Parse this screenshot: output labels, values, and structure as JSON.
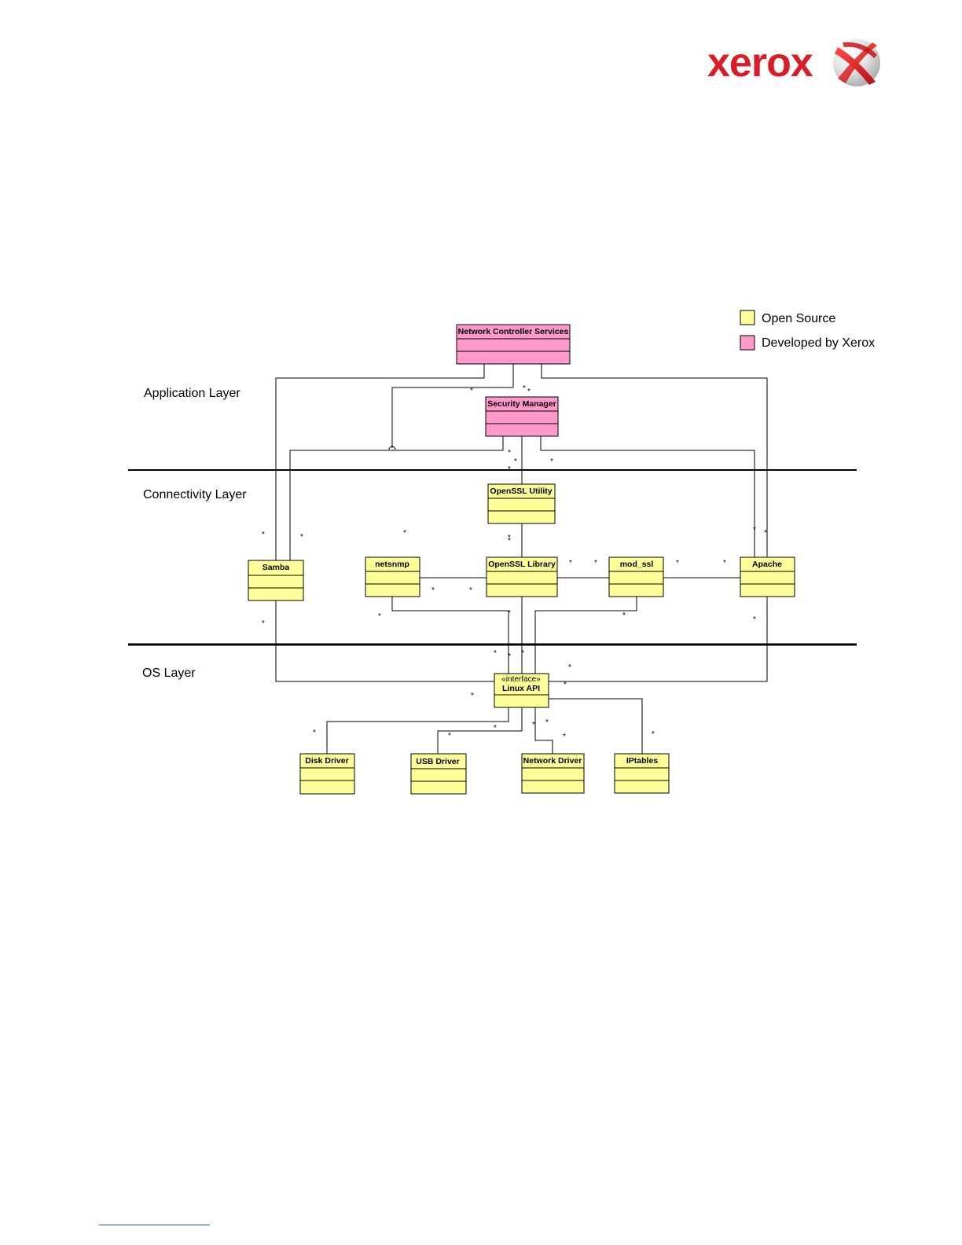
{
  "brand": {
    "name": "xerox",
    "colors": {
      "red": "#d81e27",
      "open_source_fill": "#ffff99",
      "xerox_fill": "#ff99cc"
    }
  },
  "legend": {
    "items": [
      {
        "label": "Open Source",
        "color": "#ffff99"
      },
      {
        "label": "Developed by Xerox",
        "color": "#ff99cc"
      }
    ]
  },
  "layers": {
    "application": "Application Layer",
    "connectivity": "Connectivity Layer",
    "os": "OS Layer"
  },
  "classes": {
    "network_controller_services": "Network Controller Services",
    "security_manager": "Security Manager",
    "openssl_utility": "OpenSSL Utility",
    "samba": "Samba",
    "netsnmp": "netsnmp",
    "openssl_library": "OpenSSL Library",
    "mod_ssl": "mod_ssl",
    "apache": "Apache",
    "linux_api_stereotype": "«interface»",
    "linux_api": "Linux API",
    "disk_driver": "Disk Driver",
    "usb_driver": "USB Driver",
    "network_driver": "Network Driver",
    "iptables": "IPtables"
  },
  "multiplicity": "*"
}
